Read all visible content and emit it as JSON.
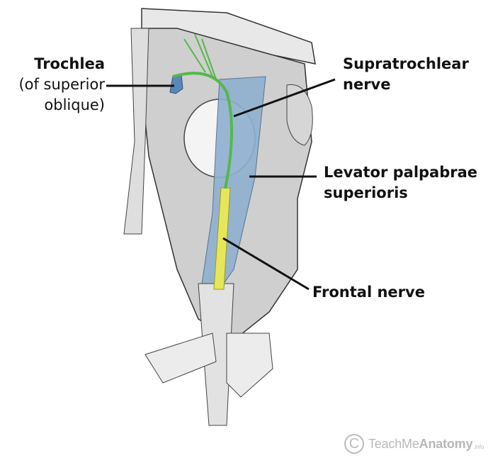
{
  "labels": {
    "trochlea": {
      "title": "Trochlea",
      "sub1": "(of superior",
      "sub2": "oblique)"
    },
    "supratrochlear": {
      "line1": "Supratrochlear",
      "line2": "nerve"
    },
    "levator": {
      "line1": "Levator palpabrae",
      "line2": "superioris"
    },
    "frontal": {
      "line1": "Frontal nerve"
    }
  },
  "logo": {
    "symbol": "C",
    "text_light": "TeachMe",
    "text_bold": "Anatomy",
    "suffix": ".info"
  },
  "colors": {
    "nerve_green": "#55b84a",
    "muscle_blue": "#8fb0d0",
    "frontal_yellow": "#e6e65a",
    "trochlea_blue": "#5b86b8"
  }
}
